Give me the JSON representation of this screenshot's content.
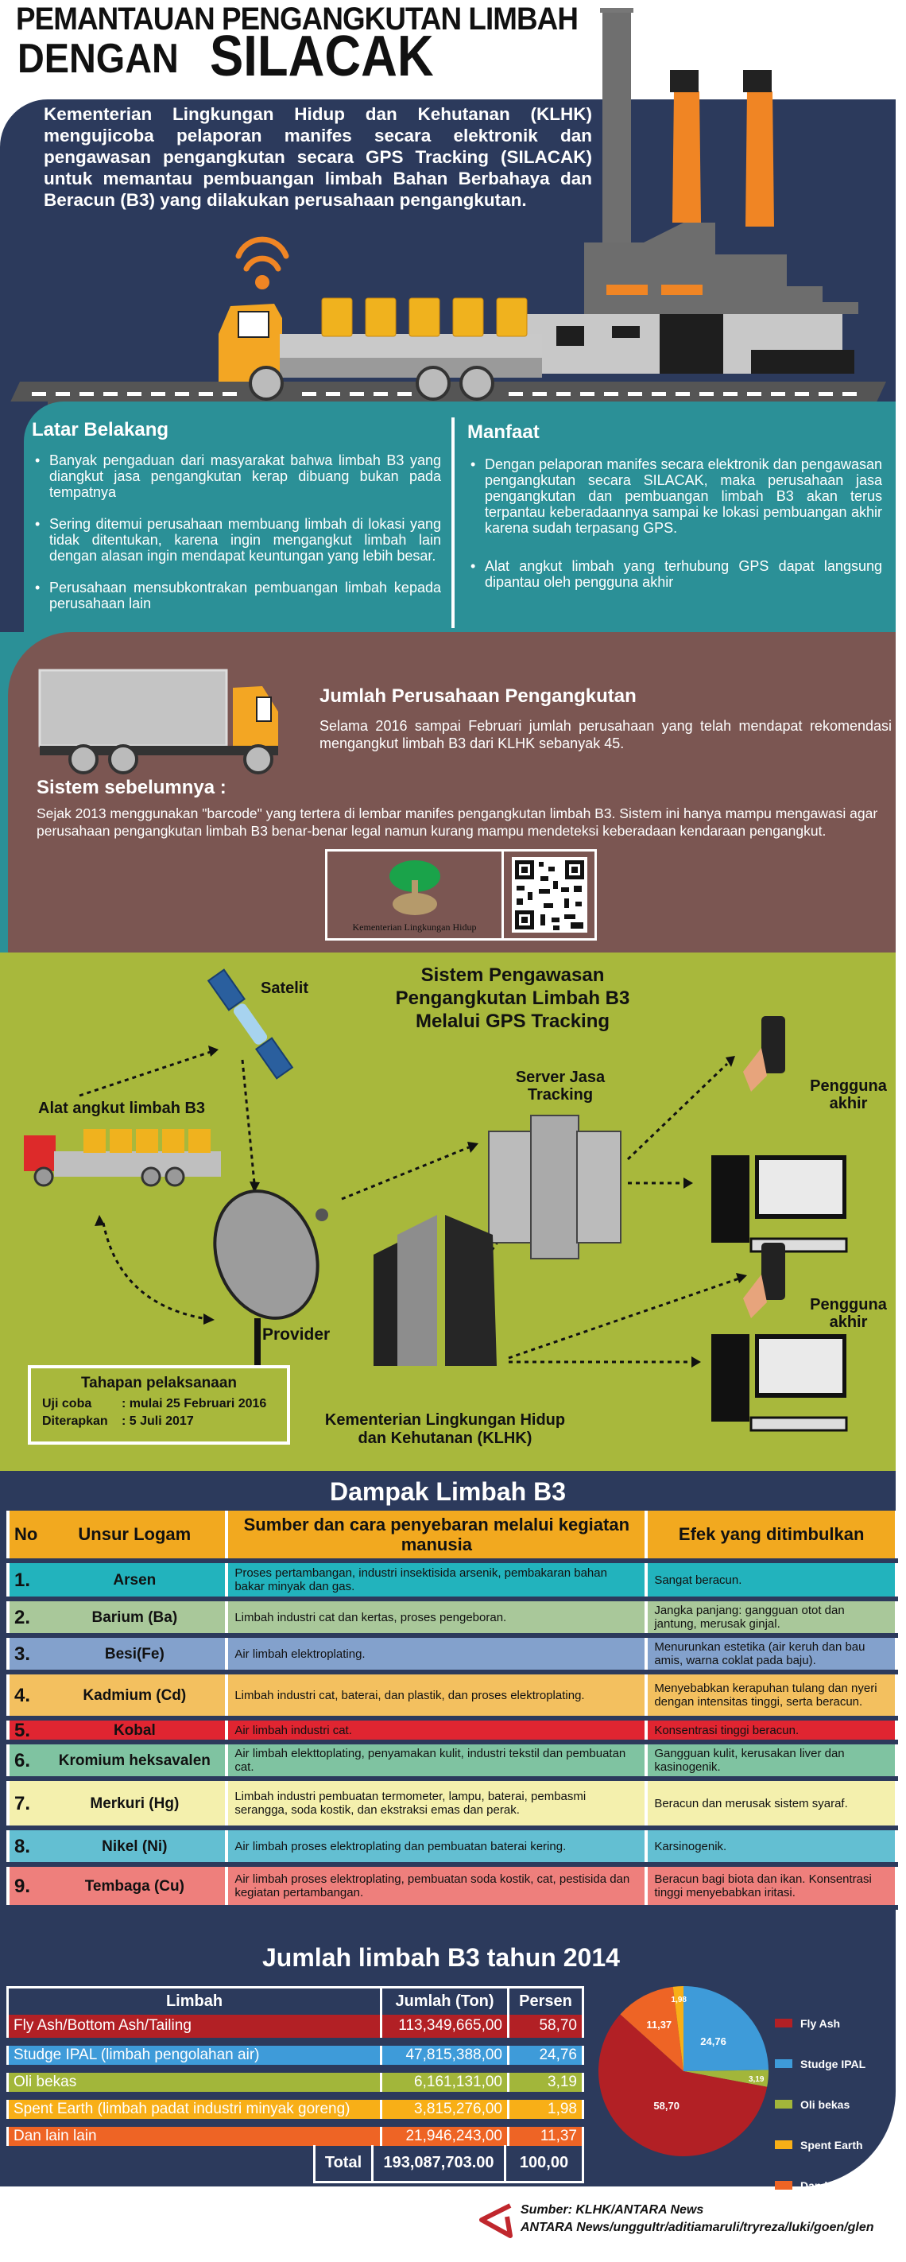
{
  "header": {
    "title_line1": "PEMANTAUAN PENGANGKUTAN LIMBAH",
    "title_line2_prefix": "DENGAN",
    "title_line2_main": "SILACAK"
  },
  "intro": {
    "text": "Kementerian Lingkungan Hidup dan Kehutanan (KLHK) mengujicoba pelaporan manifes secara elektronik dan pengawasan pengangkutan secara GPS Tracking (SILACAK) untuk memantau pembuangan limbah Bahan Berbahaya dan Beracun (B3) yang dilakukan perusahaan pengangkutan."
  },
  "latar_belakang": {
    "title": "Latar Belakang",
    "items": [
      "Banyak pengaduan dari masyarakat bahwa limbah B3 yang diangkut jasa pengangkutan kerap dibuang bukan pada tempatnya",
      "Sering ditemui perusahaan membuang limbah di lokasi yang tidak ditentukan, karena ingin mengangkut limbah lain dengan alasan ingin mendapat keuntungan yang lebih besar.",
      "Perusahaan mensubkontrakan pembuangan limbah kepada perusahaan lain"
    ]
  },
  "manfaat": {
    "title": "Manfaat",
    "items": [
      "Dengan pelaporan manifes secara elektronik dan pengawasan pengangkutan secara SILACAK, maka perusahaan jasa pengangkutan dan pembuangan limbah B3 akan terus terpantau keberadaannya sampai ke lokasi pembuangan akhir karena sudah terpasang GPS.",
      "Alat angkut limbah yang terhubung GPS dapat langsung dipantau oleh pengguna akhir"
    ]
  },
  "jumlah_perusahaan": {
    "title": "Jumlah Perusahaan Pengangkutan",
    "text": "Selama 2016 sampai Februari jumlah perusahaan yang telah mendapat rekomendasi mengangkut limbah B3 dari KLHK sebanyak 45."
  },
  "sistem_sebelumnya": {
    "title": "Sistem sebelumnya :",
    "text": "Sejak 2013 menggunakan \"barcode\" yang tertera di lembar manifes pengangkutan limbah B3. Sistem ini hanya mampu mengawasi agar perusahaan pengangkutan limbah B3 benar-benar legal namun kurang mampu mendeteksi keberadaan kendaraan pengangkut.",
    "logo_caption": "Kementerian Lingkungan Hidup"
  },
  "gps_diagram": {
    "title_line1": "Sistem Pengawasan",
    "title_line2": "Pengangkutan Limbah B3",
    "title_line3": "Melalui GPS Tracking",
    "satellite": "Satelit",
    "vehicle": "Alat angkut limbah B3",
    "server_line1": "Server Jasa",
    "server_line2": "Tracking",
    "provider": "Provider",
    "end_user_line1": "Pengguna",
    "end_user_line2": "akhir",
    "ministry_line1": "Kementerian Lingkungan Hidup",
    "ministry_line2": "dan Kehutanan (KLHK)",
    "tahapan": {
      "title": "Tahapan pelaksanaan",
      "rows": [
        {
          "label": "Uji coba",
          "value": ": mulai 25 Februari 2016"
        },
        {
          "label": "Diterapkan",
          "value": ": 5 Juli 2017"
        }
      ]
    }
  },
  "dampak": {
    "title": "Dampak Limbah B3",
    "headers": {
      "no": "No",
      "element": "Unsur Logam",
      "source": "Sumber dan cara penyebaran melalui kegiatan manusia",
      "effect": "Efek yang ditimbulkan"
    },
    "rows": [
      {
        "no": "1.",
        "element": "Arsen",
        "source": "Proses pertambangan, industri insektisida arsenik, pembakaran bahan bakar minyak dan gas.",
        "effect": "Sangat beracun.",
        "color": "#22b3bd"
      },
      {
        "no": "2.",
        "element": "Barium (Ba)",
        "source": "Limbah industri cat dan kertas, proses pengeboran.",
        "effect": "Jangka panjang: gangguan otot dan jantung, merusak ginjal.",
        "color": "#a9c89a"
      },
      {
        "no": "3.",
        "element": "Besi(Fe)",
        "source": "Air limbah elektroplating.",
        "effect": "Menurunkan estetika (air keruh dan bau amis, warna coklat pada baju).",
        "color": "#83a1cc"
      },
      {
        "no": "4.",
        "element": "Kadmium (Cd)",
        "source": "Limbah industri cat, baterai, dan plastik, dan proses elektroplating.",
        "effect": "Menyebabkan kerapuhan tulang dan nyeri dengan intensitas tinggi, serta beracun.",
        "color": "#f3c05f"
      },
      {
        "no": "5.",
        "element": "Kobal",
        "source": "Air limbah industri cat.",
        "effect": "Konsentrasi tinggi beracun.",
        "color": "#e02531"
      },
      {
        "no": "6.",
        "element": "Kromium heksavalen",
        "source": "Air limbah elekttoplating, penyamakan kulit, industri tekstil dan pembuatan cat.",
        "effect": "Gangguan kulit, kerusakan liver dan kasinogenik.",
        "color": "#7fc3a1"
      },
      {
        "no": "7.",
        "element": "Merkuri (Hg)",
        "source": "Limbah industri pembuatan termometer, lampu, baterai, pembasmi serangga, soda kostik, dan ekstraksi emas dan perak.",
        "effect": "Beracun dan merusak sistem syaraf.",
        "color": "#f4f0ad"
      },
      {
        "no": "8.",
        "element": "Nikel (Ni)",
        "source": "Air limbah proses elektroplating dan pembuatan baterai kering.",
        "effect": "Karsinogenik.",
        "color": "#63bfd2"
      },
      {
        "no": "9.",
        "element": "Tembaga (Cu)",
        "source": "Air limbah proses elektroplating, pembuatan soda kostik, cat, pestisida dan kegiatan pertambangan.",
        "effect": "Beracun bagi biota dan ikan. Konsentrasi tinggi menyebabkan iritasi.",
        "color": "#ee7f7c"
      }
    ]
  },
  "chart_data": {
    "type": "pie",
    "title": "Jumlah limbah B3 tahun 2014",
    "table_headers": [
      "Limbah",
      "Jumlah (Ton)",
      "Persen"
    ],
    "rows": [
      {
        "name": "Fly Ash/Bottom Ash/Tailing",
        "legend": "Fly Ash",
        "tons": "113,349,665,00",
        "percent_label": "58,70",
        "percent": 58.7,
        "color": "#b22025"
      },
      {
        "name": "Studge IPAL (limbah pengolahan air)",
        "legend": "Studge IPAL",
        "tons": "47,815,388,00",
        "percent_label": "24,76",
        "percent": 24.76,
        "color": "#3e9bd9"
      },
      {
        "name": "Oli bekas",
        "legend": "Oli bekas",
        "tons": "6,161,131,00",
        "percent_label": "3,19",
        "percent": 3.19,
        "color": "#a2b63a"
      },
      {
        "name": "Spent Earth (limbah padat industri minyak goreng)",
        "legend": "Spent Earth",
        "tons": "3,815,276,00",
        "percent_label": "1,98",
        "percent": 1.98,
        "color": "#f8af17"
      },
      {
        "name": "Dan lain lain",
        "legend": "Dan lain-lain",
        "tons": "21,946,243,00",
        "percent_label": "11,37",
        "percent": 11.37,
        "color": "#ee6425"
      }
    ],
    "total_label": "Total",
    "total_tons": "193,087,703.00",
    "total_percent": "100,00",
    "legend_position": "right"
  },
  "footer": {
    "source": "Sumber: KLHK/ANTARA News",
    "credits": "ANTARA News/ungguItr/aditiamaruli/tryreza/luki/goen/glen"
  }
}
